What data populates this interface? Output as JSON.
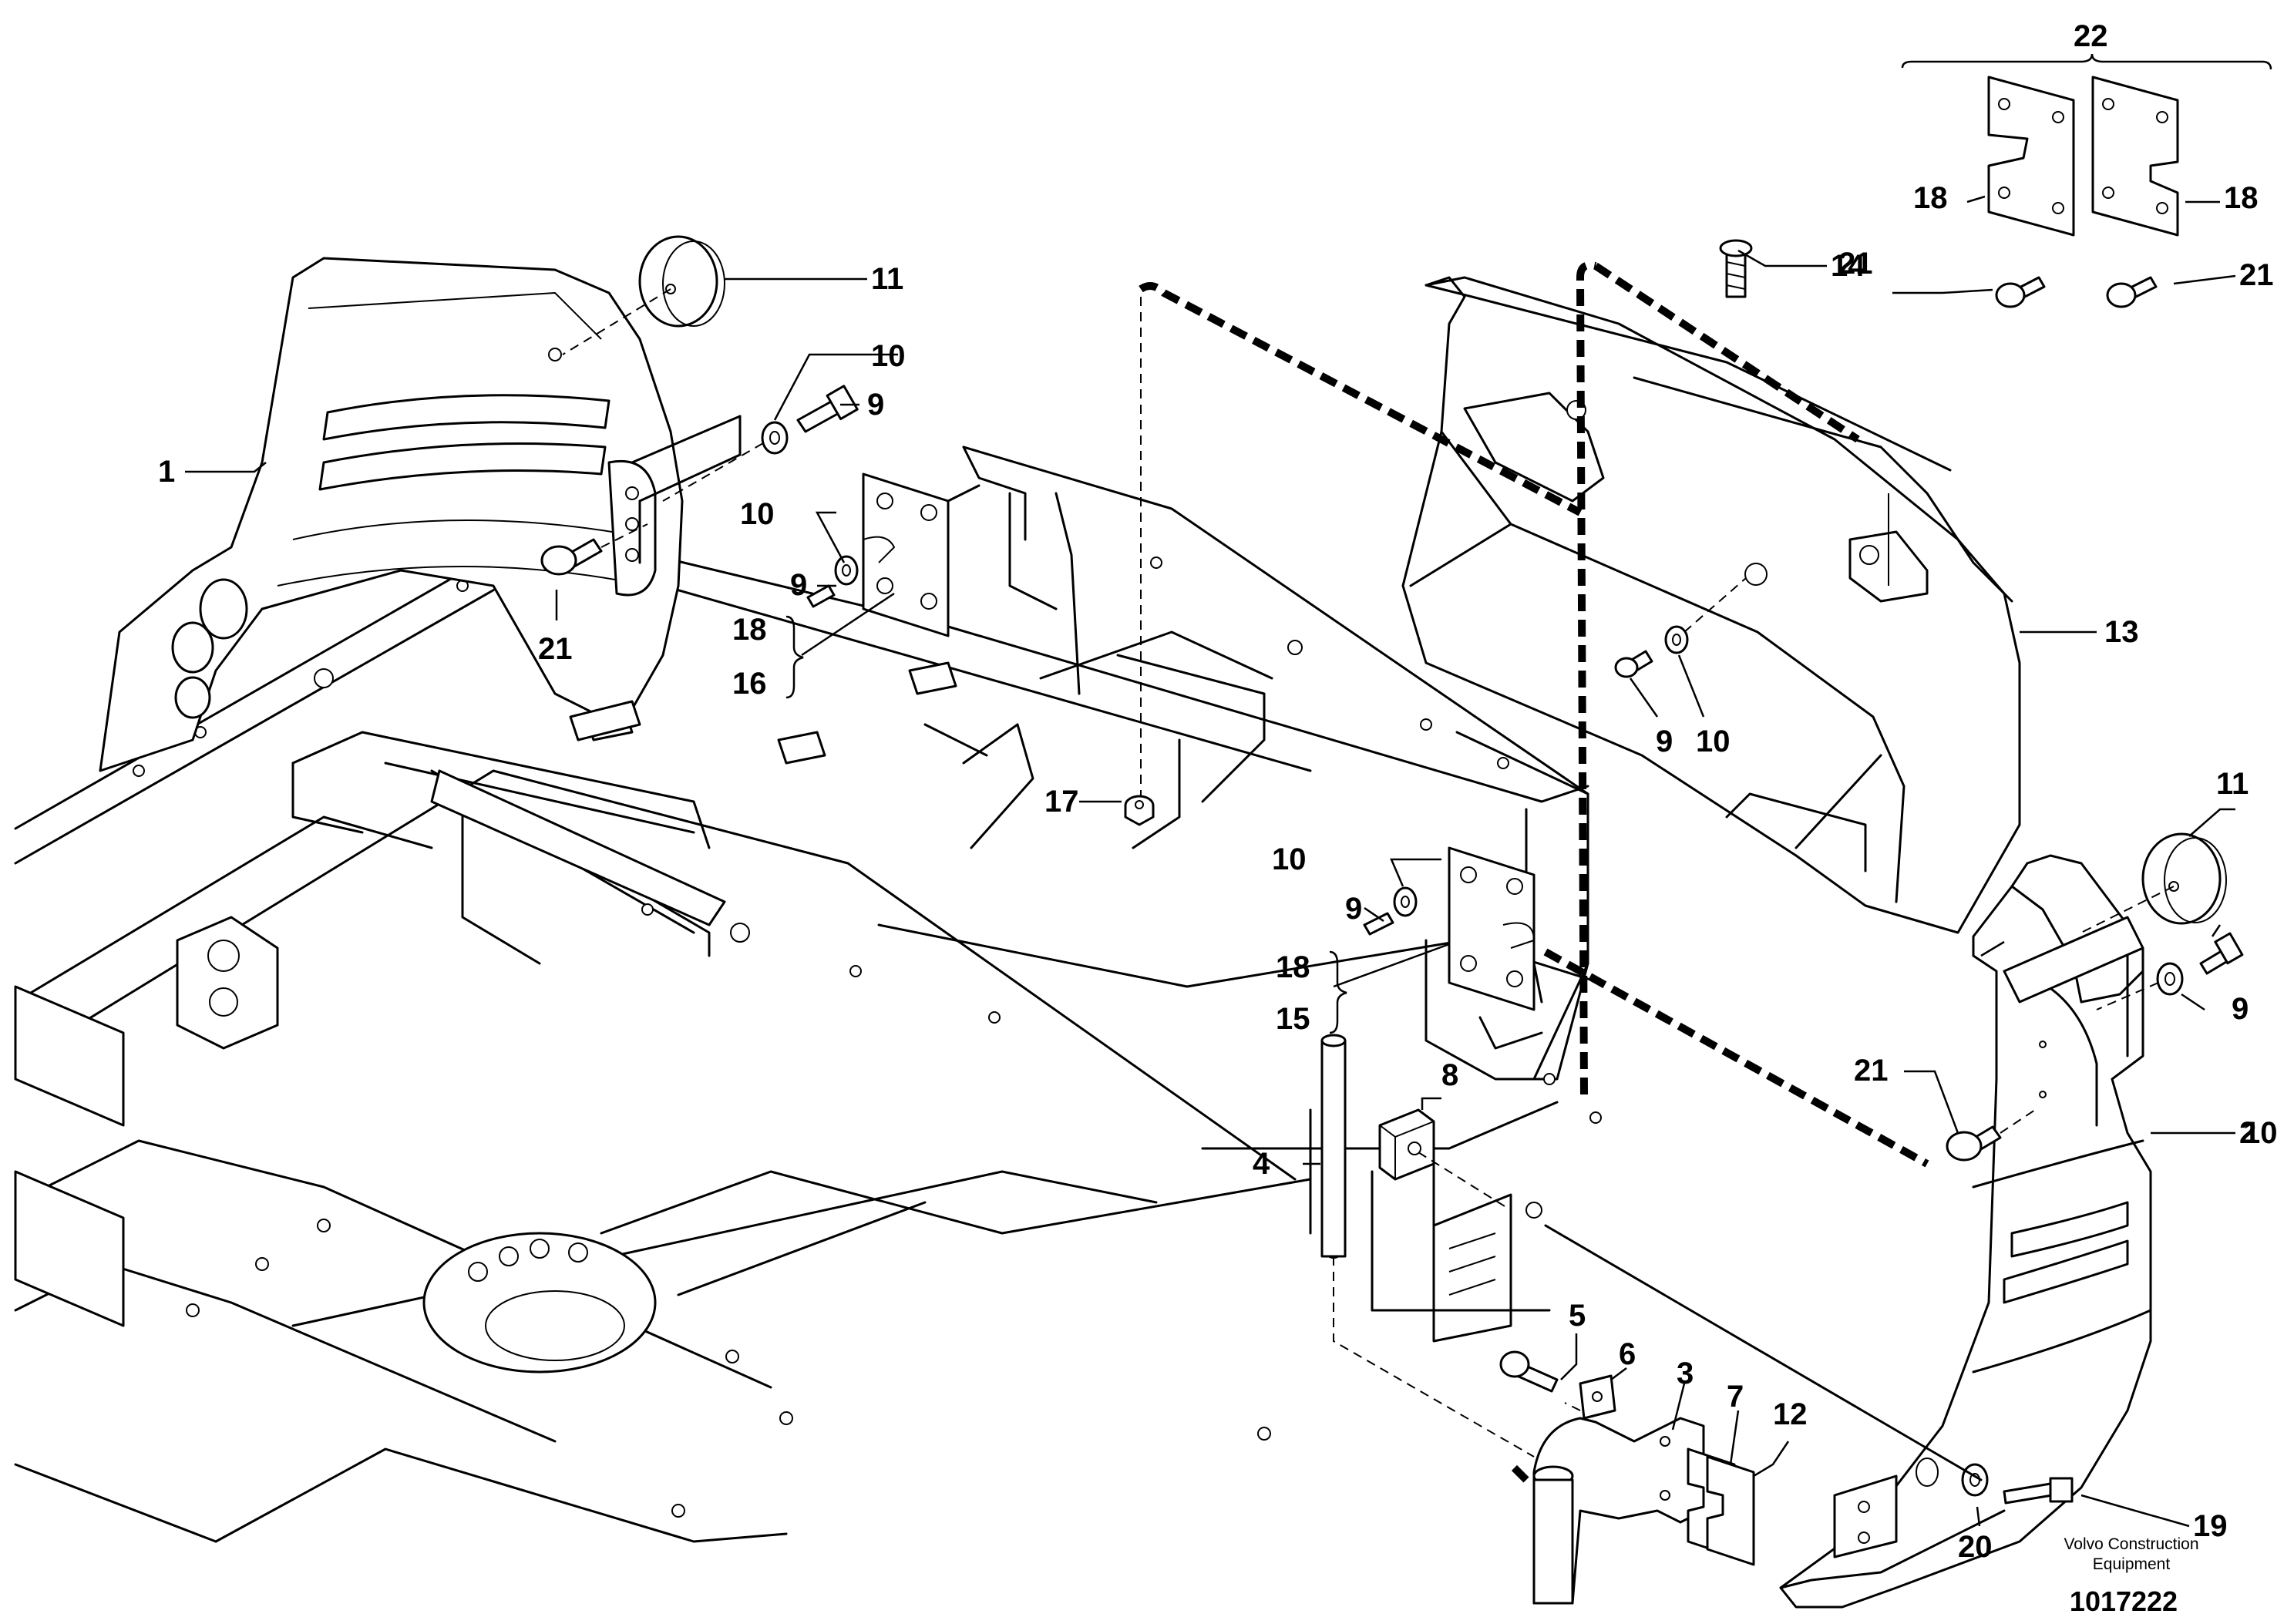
{
  "callouts": [
    {
      "text": "1"
    },
    {
      "text": "2"
    },
    {
      "text": "3"
    },
    {
      "text": "4"
    },
    {
      "text": "5"
    },
    {
      "text": "6"
    },
    {
      "text": "7"
    },
    {
      "text": "8"
    },
    {
      "text": "9"
    },
    {
      "text": "9"
    },
    {
      "text": "9"
    },
    {
      "text": "9"
    },
    {
      "text": "9"
    },
    {
      "text": "10"
    },
    {
      "text": "10"
    },
    {
      "text": "10"
    },
    {
      "text": "10"
    },
    {
      "text": "10"
    },
    {
      "text": "11"
    },
    {
      "text": "11"
    },
    {
      "text": "12"
    },
    {
      "text": "13"
    },
    {
      "text": "14"
    },
    {
      "text": "15"
    },
    {
      "text": "16"
    },
    {
      "text": "17"
    },
    {
      "text": "18"
    },
    {
      "text": "18"
    },
    {
      "text": "18"
    },
    {
      "text": "18"
    },
    {
      "text": "19"
    },
    {
      "text": "20"
    },
    {
      "text": "21"
    },
    {
      "text": "21"
    },
    {
      "text": "21"
    },
    {
      "text": "21"
    },
    {
      "text": "22"
    }
  ],
  "brand": {
    "line1": "Volvo Construction",
    "line2": "Equipment"
  },
  "document_number": "1017222"
}
